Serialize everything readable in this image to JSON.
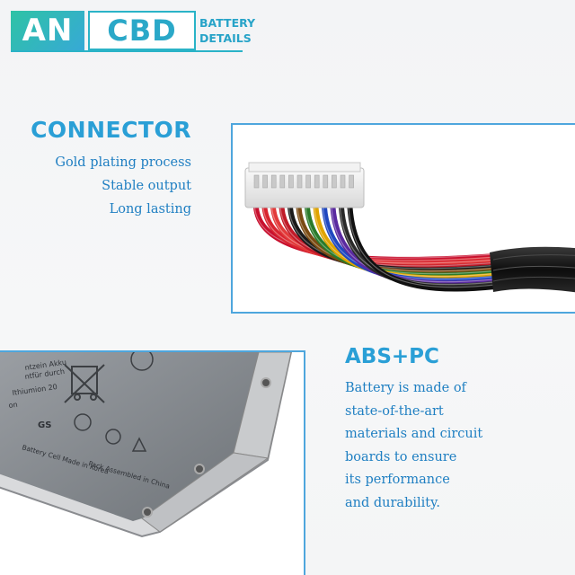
{
  "logo": {
    "brand_left": "AN",
    "brand_right": "CBD",
    "subtitle_line1": "BATTERY",
    "subtitle_line2": "DETAILS"
  },
  "connector": {
    "title": "CONNECTOR",
    "features": [
      "Gold plating process",
      "Stable output",
      "Long lasting"
    ]
  },
  "material": {
    "title": "ABS+PC",
    "description_lines": [
      "Battery is made of",
      "state-of-the-art",
      "materials and circuit",
      "boards to ensure",
      "its performance",
      "and durability."
    ]
  },
  "battery_label": {
    "line1": "ntzein Akku",
    "line2": "ntfür durch",
    "line3": "Ithiumion 20",
    "line4": "on",
    "cell_text": "Battery Cell Made in Korea",
    "pack_text": "Pack Assembled in China",
    "gs_mark": "GS"
  },
  "colors": {
    "accent_blue": "#2a9fd6",
    "text_blue": "#1f7fc2",
    "logo_teal": "#2ec3a5",
    "frame_blue": "#4ea6dd"
  },
  "wire_colors": [
    "#c8102e",
    "#d8242f",
    "#e23a3a",
    "#c01a28",
    "#1a1a1a",
    "#7a4a12",
    "#2a7a2a",
    "#e0a400",
    "#2048c0",
    "#5a2aa0",
    "#2a2a2a",
    "#111111"
  ]
}
